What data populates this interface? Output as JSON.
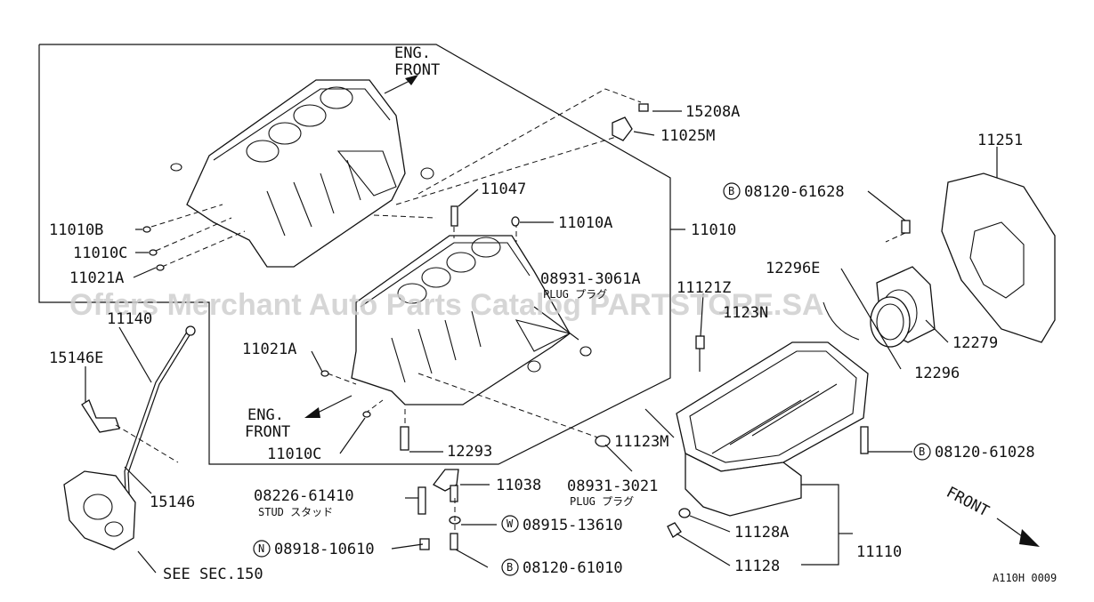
{
  "diagram": {
    "figure_code": "A110H 0009",
    "watermark": "Offers Merchant Auto Parts Catalog PARTSTORE.SA",
    "direction_labels": {
      "eng_front_top": [
        "ENG.",
        "FRONT"
      ],
      "eng_front_mid": [
        "ENG.",
        "FRONT"
      ],
      "front": "FRONT"
    },
    "see_section": "SEE SEC.150",
    "circle_markers": {
      "bolt": "B",
      "nut": "N",
      "washer": "W"
    },
    "parts": {
      "p15208A": "15208A",
      "p11025M": "11025M",
      "p11047": "11047",
      "p11010A": "11010A",
      "p11010": "11010",
      "p11010B": "11010B",
      "p11010C_top": "11010C",
      "p11021A_top": "11021A",
      "p08931_3061A": "08931-3061A",
      "plug_top": "PLUG プラグ",
      "p11021A_mid": "11021A",
      "p11010C_mid": "11010C",
      "p12293": "12293",
      "p11140": "11140",
      "p15146E": "15146E",
      "p15146": "15146",
      "p08226_61410": "08226-61410",
      "stud": "STUD スタッド",
      "p11038": "11038",
      "p08931_3021": "08931-3021",
      "plug_bottom": "PLUG プラグ",
      "p08915_13610": "08915-13610",
      "p08918_10610": "08918-10610",
      "p08120_61010": "08120-61010",
      "p11251": "11251",
      "p08120_61628": "08120-61628",
      "p12296E": "12296E",
      "p11121Z": "11121Z",
      "p1123N": "1123N",
      "p12279": "12279",
      "p12296": "12296",
      "p11123M": "11123M",
      "p08120_61028": "08120-61028",
      "p11128A": "11128A",
      "p11128": "11128",
      "p11110": "11110"
    }
  }
}
